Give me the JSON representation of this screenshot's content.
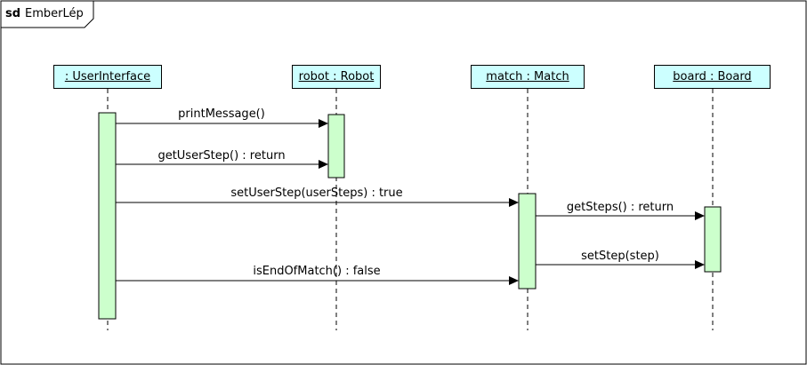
{
  "frame": {
    "keyword": "sd",
    "name": "EmberLép"
  },
  "lifelines": [
    {
      "id": "ui",
      "label": ": UserInterface"
    },
    {
      "id": "robot",
      "label": "robot : Robot"
    },
    {
      "id": "match",
      "label": "match : Match"
    },
    {
      "id": "board",
      "label": "board : Board"
    }
  ],
  "messages": [
    {
      "from": "ui",
      "to": "robot",
      "label": "printMessage()"
    },
    {
      "from": "ui",
      "to": "robot",
      "label": "getUserStep() : return"
    },
    {
      "from": "ui",
      "to": "match",
      "label": "setUserStep(userSteps) : true"
    },
    {
      "from": "match",
      "to": "board",
      "label": "getSteps() : return"
    },
    {
      "from": "match",
      "to": "board",
      "label": "setStep(step)"
    },
    {
      "from": "ui",
      "to": "match",
      "label": "isEndOfMatch() : false"
    }
  ],
  "colors": {
    "lifeline_head_fill": "#ccffff",
    "activation_fill": "#ccffcc",
    "line": "#000000",
    "background": "#ffffff"
  }
}
